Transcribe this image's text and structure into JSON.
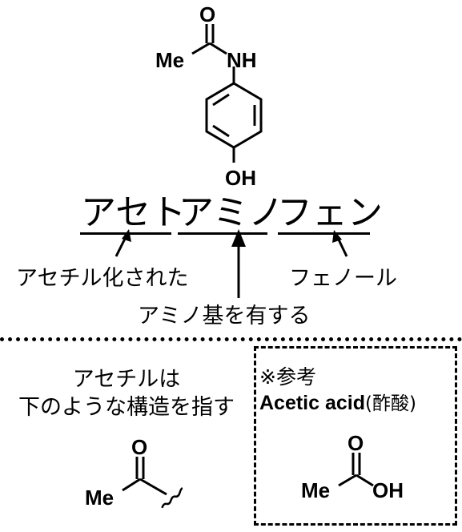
{
  "molecule_top": {
    "O": "O",
    "Me": "Me",
    "NH": "NH",
    "OH": "OH"
  },
  "name_parts": {
    "acet": "アセト",
    "amino": "アミノ",
    "phen": "フェン"
  },
  "labels": {
    "acetylated": "アセチル化された",
    "phenol": "フェノール",
    "amino_group": "アミノ基を有する"
  },
  "explanation": {
    "line1": "アセチルは",
    "line2": "下のような構造を指す",
    "Me": "Me",
    "O": "O"
  },
  "reference": {
    "title": "※参考",
    "name_en": "Acetic acid",
    "name_ja": "(酢酸)",
    "Me": "Me",
    "O": "O",
    "OH": "OH"
  }
}
